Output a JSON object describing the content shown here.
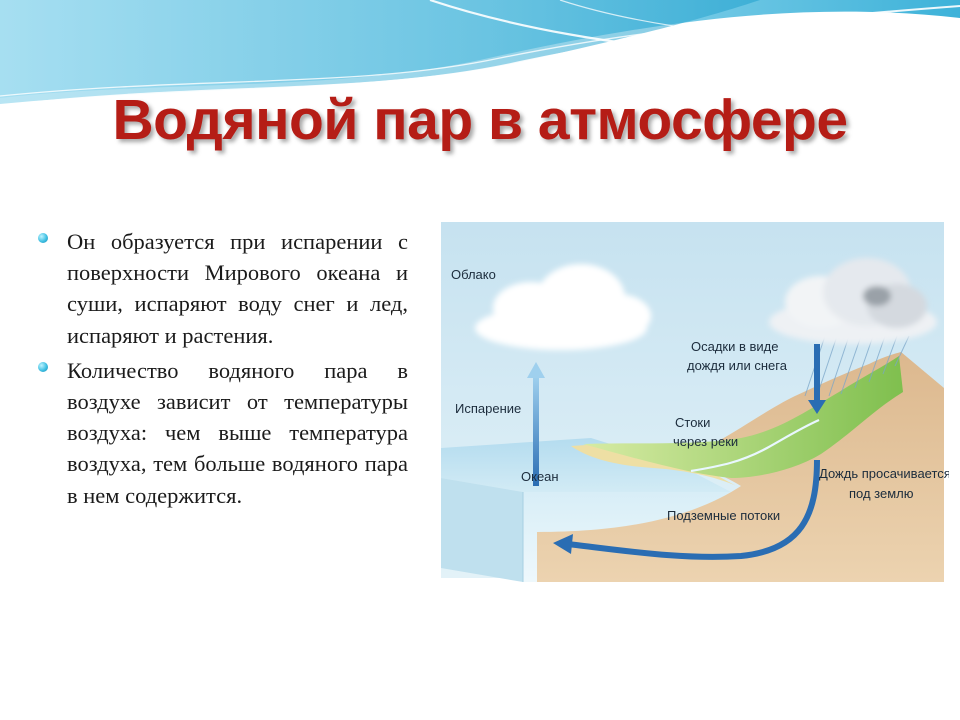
{
  "slide": {
    "title": "Водяной пар в атмосфере",
    "bullets": [
      "Он образуется при испарении с поверхности Мирового океана и суши, испаряют воду снег и лед, испаряют и растения.",
      "Количество водяного пара в воздухе зависит от температуры воздуха: чем выше температура воздуха, тем больше водяного пара в нем содержится."
    ]
  },
  "diagram": {
    "labels": {
      "cloud": "Облако",
      "evaporation": "Испарение",
      "ocean": "Океан",
      "precipitation_line1": "Осадки в виде",
      "precipitation_line2": "дождя или снега",
      "runoff_line1": "Стоки",
      "runoff_line2": "через реки",
      "infiltration_line1": "Дождь просачивается",
      "infiltration_line2": "под землю",
      "groundwater": "Подземные потоки"
    }
  },
  "colors": {
    "title": "#b51d16",
    "bullet": "#3fc0e3",
    "sky": "#cde7f3",
    "ocean": "#a8d4e8",
    "soil": "#e8c9a1",
    "grass": "#a4cf6a",
    "arrow": "#2a6db3"
  }
}
